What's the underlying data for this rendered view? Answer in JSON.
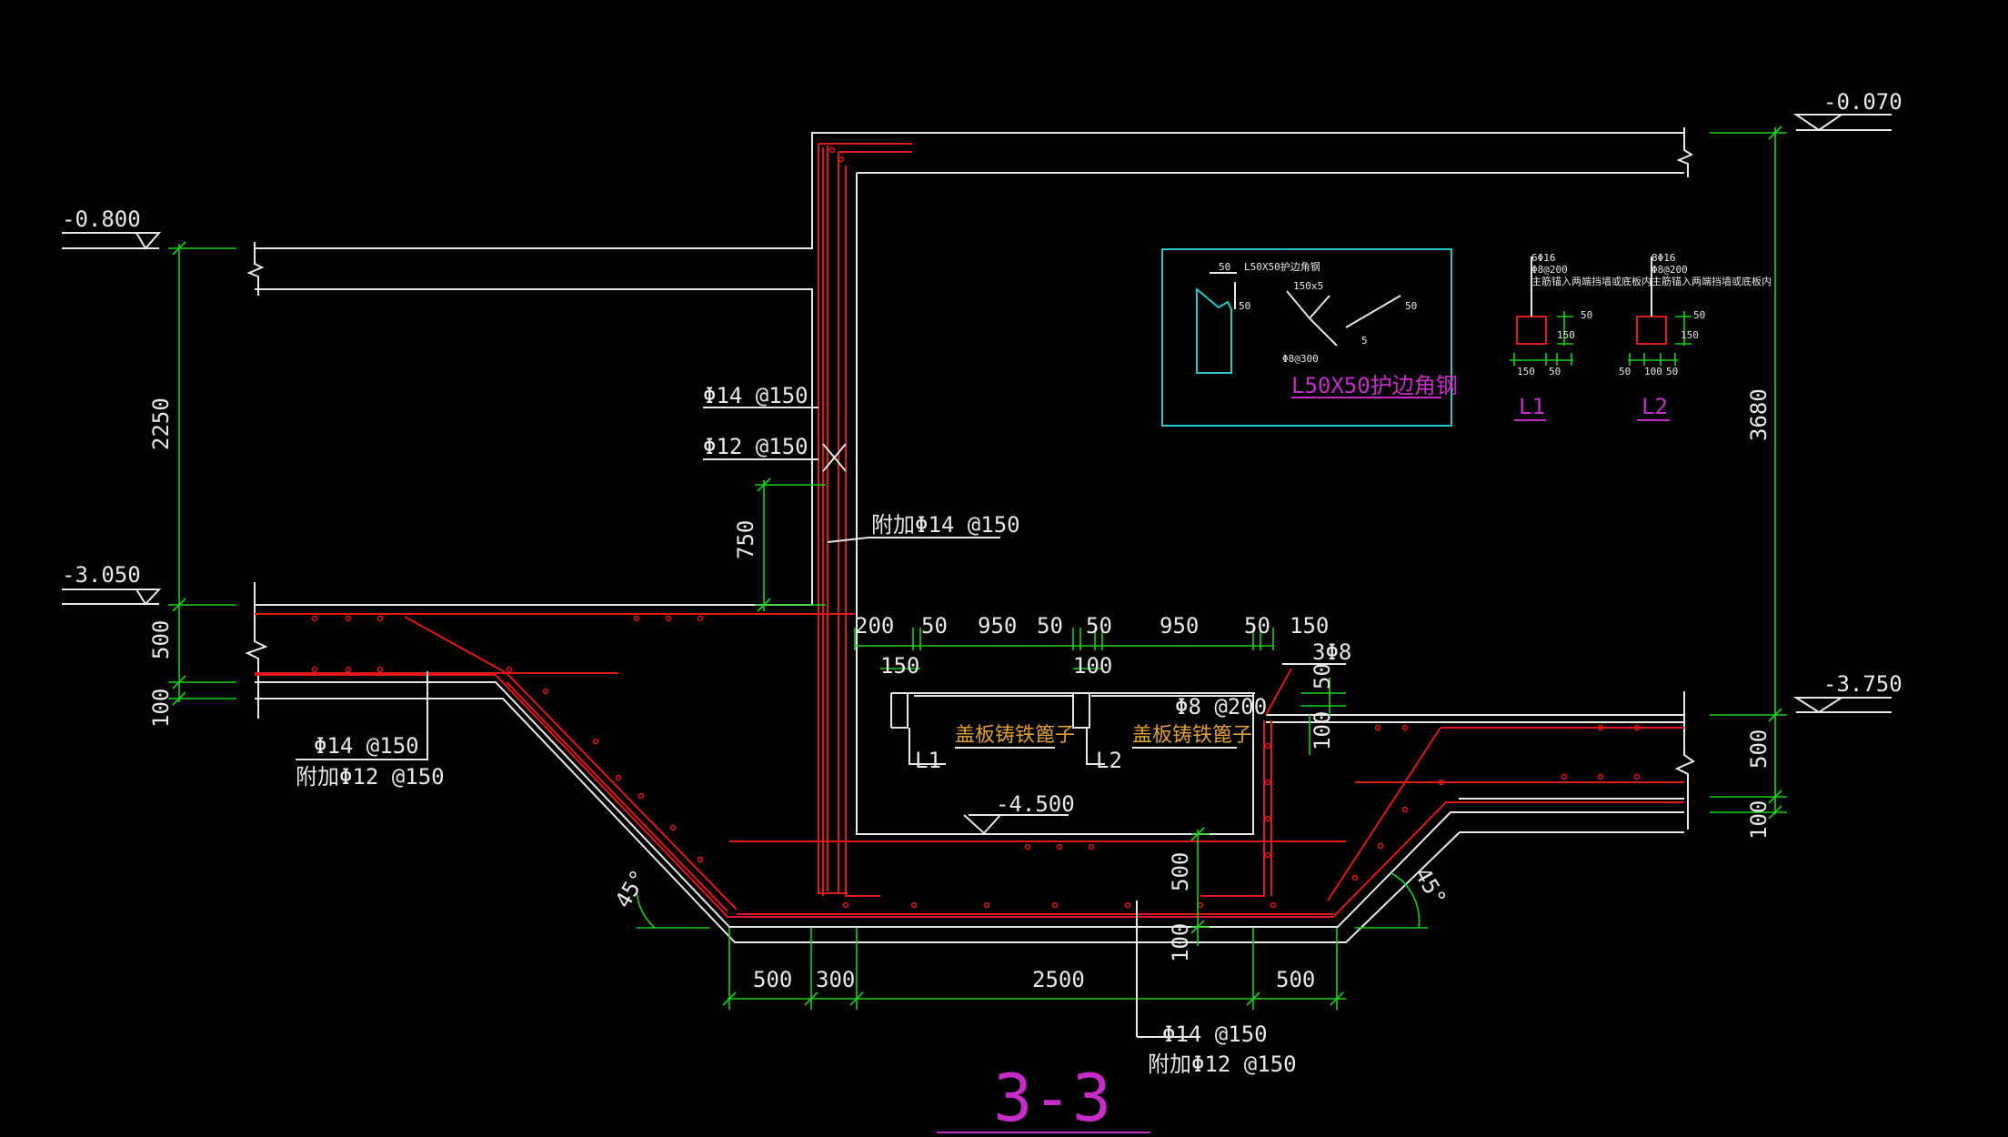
{
  "colors": {
    "background": "#000000",
    "concrete": "#e8e8e8",
    "rebar": "#e01818",
    "dimension": "#14d214",
    "detail_frame": "#1fc8c8",
    "title": "#c82cc8",
    "note": "#e0a030"
  },
  "title": "3-3",
  "elevations": {
    "e1": "-0.070",
    "e2": "-0.800",
    "e3": "-3.050",
    "e4": "-3.750",
    "e5": "-4.500"
  },
  "dimensions": {
    "d2250": "2250",
    "d500l": "500",
    "d100l": "100",
    "d750": "750",
    "d3680": "3680",
    "d500r": "500",
    "d100r": "100",
    "b500a": "500",
    "b300": "300",
    "b2500": "2500",
    "b500b": "500",
    "v500": "500",
    "v100": "100",
    "t200": "200",
    "t50a": "50",
    "t950a": "950",
    "t50b": "50",
    "t50c": "50",
    "t950b": "950",
    "t50d": "50",
    "t150": "150",
    "s150": "150",
    "s100": "100",
    "r50": "50",
    "r100": "100"
  },
  "rebar_labels": {
    "w14": "Φ14 @150",
    "w12": "Φ12 @150",
    "add14": "附加Φ14 @150",
    "left14": "Φ14 @150",
    "left_add12": "附加Φ12 @150",
    "bot14": "Φ14 @150",
    "bot_add12": "附加Φ12 @150",
    "phi8": "Φ8 @200",
    "three8": "3Φ8"
  },
  "notes": {
    "grate1": "盖板铸铁篦子",
    "grate2": "盖板铸铁篦子",
    "l1": "L1",
    "l2": "L2"
  },
  "detail": {
    "title": "L50X50护边角钢",
    "small_a": "L50X50护边角钢",
    "small_b": "150x5",
    "small_c": "Φ8@300",
    "small_d": "50",
    "small_e": "50",
    "small_f": "50",
    "small_g": "5"
  },
  "beam_l1": {
    "name": "L1",
    "note_a": "6Φ16",
    "note_b": "Φ8@200",
    "note_c": "主筋锚入两端挡墙或底板内",
    "w1": "150",
    "w2": "50",
    "h1": "50",
    "h2": "150"
  },
  "beam_l2": {
    "name": "L2",
    "note_a": "8Φ16",
    "note_b": "Φ8@200",
    "note_c": "主筋锚入两端挡墙或底板内",
    "w1": "50",
    "w2": "100",
    "w3": "50",
    "h1": "50",
    "h2": "150"
  }
}
